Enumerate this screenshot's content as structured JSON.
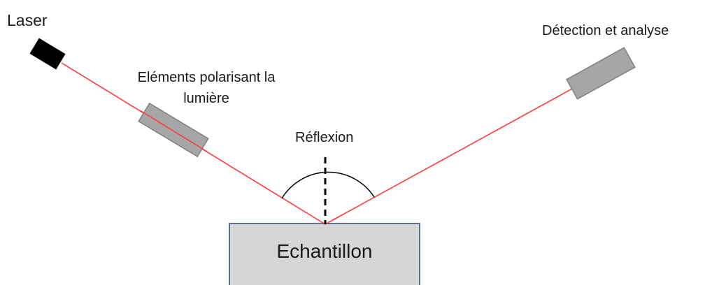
{
  "labels": {
    "laser": "Laser",
    "detection": "Détection et analyse",
    "polarizer": "Eléments polarisant la lumière",
    "reflection": "Réflexion"
  },
  "sample": {
    "label": "Echantillon"
  },
  "colors": {
    "beam": "#ff3b3b",
    "laser_body": "#000000",
    "component_fill": "#a6a6a6",
    "component_stroke": "#7f7f7f",
    "sample_fill": "#d6d6d6",
    "sample_stroke": "#2e4a7d",
    "arc": "#000000"
  }
}
